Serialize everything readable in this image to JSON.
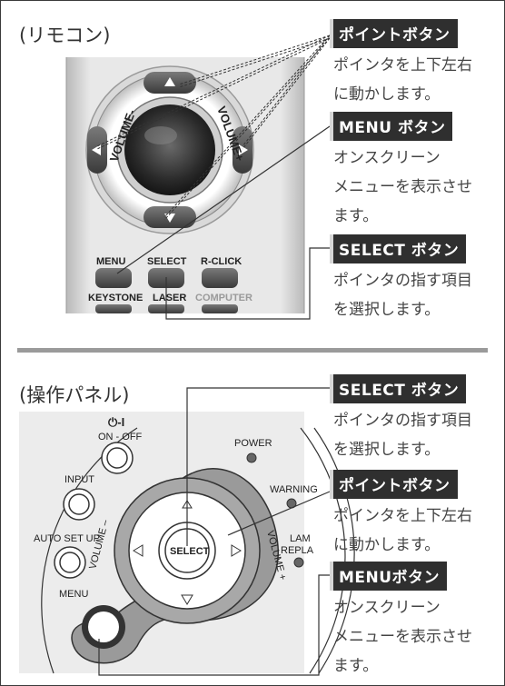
{
  "remote": {
    "title": "(リモコン)",
    "pointer_label": "ポイントボタン",
    "pointer_desc": "ポインタを上下左右\nに動かします。",
    "menu_label": "MENU ボタン",
    "menu_desc": "オンスクリーン\nメニューを表示させ\nます。",
    "select_label": "SELECT ボタン",
    "select_desc": "ポインタの指す項目\nを選択します。",
    "buttons": {
      "volume_minus": "VOLUME-",
      "volume_plus": "VOLUME+",
      "menu": "MENU",
      "select": "SELECT",
      "rclick": "R-CLICK",
      "keystone": "KEYSTONE",
      "laser": "LASER",
      "computer": "COMPUTER"
    }
  },
  "panel": {
    "title": "(操作パネル)",
    "select_label": "SELECT ボタン",
    "select_desc": "ポインタの指す項目\nを選択します。",
    "pointer_label": "ポイントボタン",
    "pointer_desc": "ポインタを上下左右\nに動かします。",
    "menu_label": "MENUボタン",
    "menu_desc": "オンスクリーン\nメニューを表示させ\nます。",
    "buttons": {
      "power_symbol": "⏻-I",
      "on_off": "ON - OFF",
      "power": "POWER",
      "input": "INPUT",
      "warning": "WARNING",
      "auto_set_up": "AUTO SET UP",
      "volume_minus": "VOLUME –",
      "volume_plus": "VOLUME +",
      "select": "SELECT",
      "menu": "MENU",
      "lamp": "LAM",
      "replace": "REPLA"
    }
  },
  "colors": {
    "badge_bg": "#2f2f2f",
    "remote_body": "#e4e4e4",
    "panel_bg": "#ececec"
  }
}
